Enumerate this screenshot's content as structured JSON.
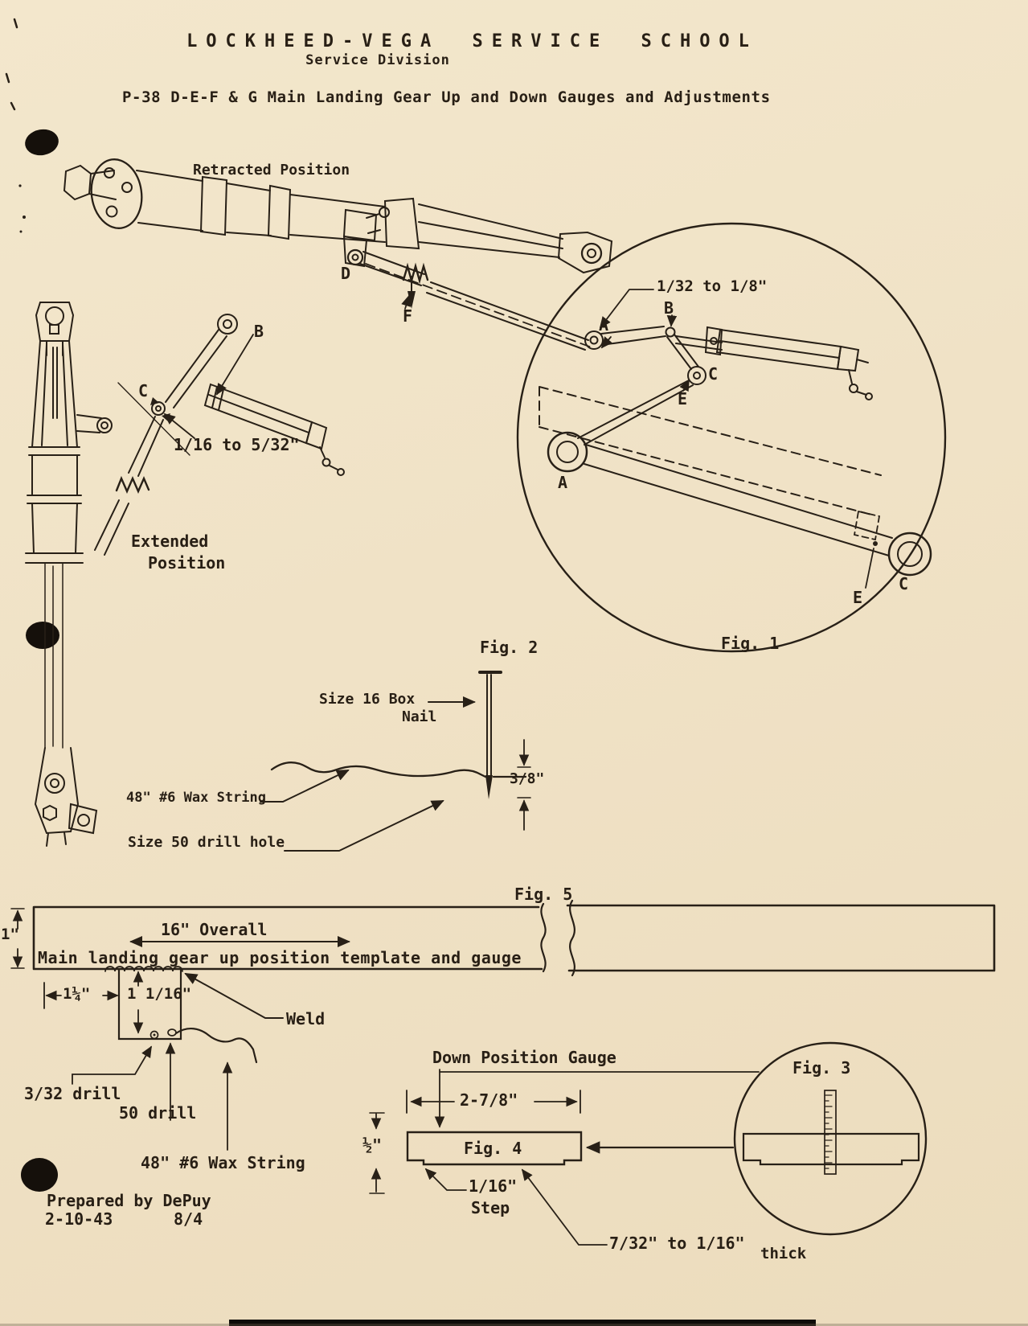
{
  "header": {
    "school": "LOCKHEED-VEGA SERVICE SCHOOL",
    "division": "Service Division",
    "title": "P-38 D-E-F & G Main Landing Gear Up and Down Gauges and Adjustments"
  },
  "colors": {
    "paper": "#f0e2c6",
    "ink": "#282017"
  },
  "retracted": {
    "label": "Retracted Position",
    "point_d": "D",
    "point_f": "F"
  },
  "extended": {
    "label_line1": "Extended",
    "label_line2": "Position",
    "point_b": "B",
    "point_c": "C",
    "gap_dim": "1/16 to 5/32\""
  },
  "fig1": {
    "caption": "Fig. 1",
    "gap_dim": "1/32 to 1/8\"",
    "point_a_upper": "A",
    "point_b": "B",
    "point_c_upper": "C",
    "point_e_upper": "E",
    "point_a_lower": "A",
    "point_c_lower": "C",
    "point_e_lower": "E"
  },
  "fig2": {
    "caption": "Fig. 2",
    "nail_label_line1": "Size 16 Box",
    "nail_label_line2": "Nail",
    "depth_dim": "3/8\"",
    "wax_string": "48\" #6 Wax String",
    "drill_hole": "Size 50 drill hole"
  },
  "fig5": {
    "caption": "Fig. 5",
    "overall_dim": "16\" Overall",
    "template_label": "Main landing gear up position template and gauge",
    "height_dim": "1\"",
    "offset_dim": "1¼\"",
    "tab_dim": "1 1/16\"",
    "weld": "Weld",
    "drill_small": "3/32 drill",
    "drill_50": "50 drill",
    "wax_string": "48\" #6 Wax String"
  },
  "fig4": {
    "caption": "Fig. 4",
    "heading": "Down Position Gauge",
    "width_dim": "2-7/8\"",
    "height_dim": "½\"",
    "step_dim_line1": "1/16\"",
    "step_dim_line2": "Step",
    "thickness_dim": "7/32\" to 1/16\"",
    "thickness_word": "thick"
  },
  "fig3": {
    "caption": "Fig. 3"
  },
  "footer": {
    "prepared_by": "Prepared by DePuy",
    "date": "2-10-43",
    "number": "8/4"
  }
}
